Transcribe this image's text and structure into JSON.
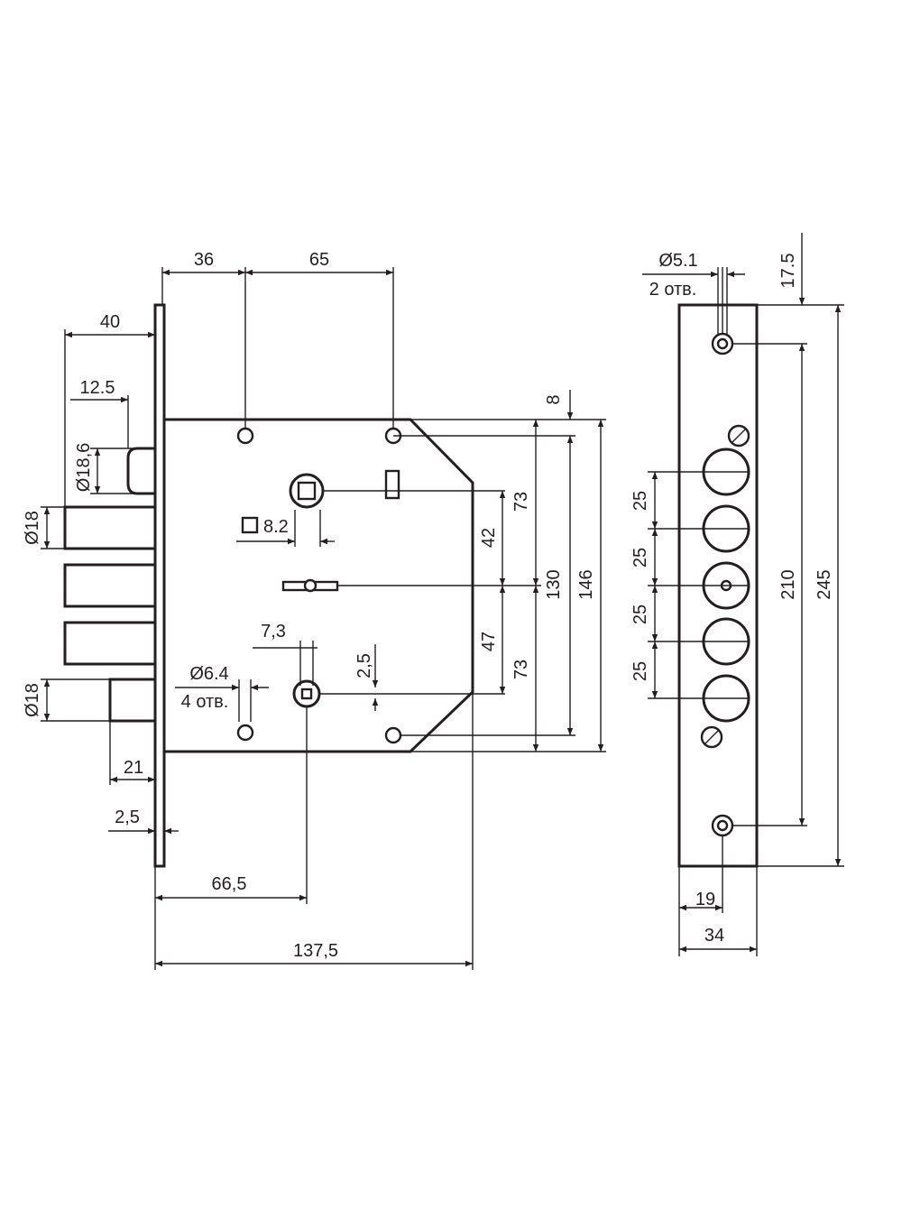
{
  "drawing": {
    "colors": {
      "line": "#231f20",
      "background": "#ffffff"
    },
    "front_view": {
      "top_dims": [
        "36",
        "65"
      ],
      "left_dims": [
        "40",
        "12.5",
        "Ø18,6",
        "Ø18",
        "Ø18",
        "21",
        "2,5"
      ],
      "inner_labels": [
        "8.2",
        "7,3",
        "Ø6.4",
        "4 отв.",
        "2,5"
      ],
      "right_dims": [
        "8",
        "73",
        "42",
        "130",
        "146",
        "47",
        "73"
      ],
      "bottom_dims": [
        "66,5",
        "137,5"
      ]
    },
    "faceplate_view": {
      "top_labels": [
        "Ø5.1",
        "2 отв.",
        "17.5"
      ],
      "left_dims": [
        "25",
        "25",
        "25",
        "25"
      ],
      "right_dims": [
        "210",
        "245"
      ],
      "bottom_dims": [
        "19",
        "34"
      ]
    }
  }
}
